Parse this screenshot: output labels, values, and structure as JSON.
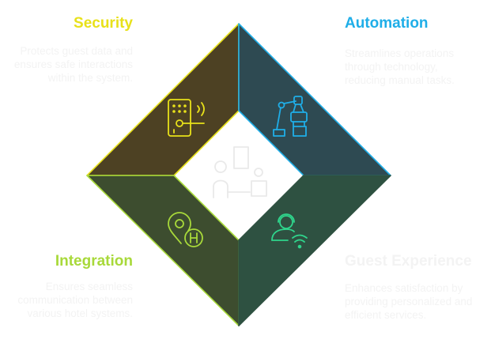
{
  "sections": {
    "security": {
      "title": "Security",
      "description": "Protects guest data and ensures safe interactions within the system.",
      "color": "#e8e11a",
      "fill": "#4d4123",
      "icon": "keycard-door-lock-icon"
    },
    "automation": {
      "title": "Automation",
      "description": "Streamlines operations through technology, reducing manual tasks.",
      "color": "#1faee8",
      "fill": "#2e4a52",
      "icon": "robotic-arm-icon"
    },
    "integration": {
      "title": "Integration",
      "description": "Ensures seamless communication between various hotel systems.",
      "color": "#a8d93a",
      "fill": "#3d4d2f",
      "icon": "hotel-location-pin-icon"
    },
    "guest_experience": {
      "title": "Guest Experience",
      "description": "Enhances satisfaction by providing personalized and efficient services.",
      "color": "#f3f3f3",
      "fill": "#2e5141",
      "icon_color": "#2fd58c",
      "icon": "guest-wifi-support-icon"
    }
  },
  "center": {
    "icon": "hotel-front-desk-icon"
  }
}
